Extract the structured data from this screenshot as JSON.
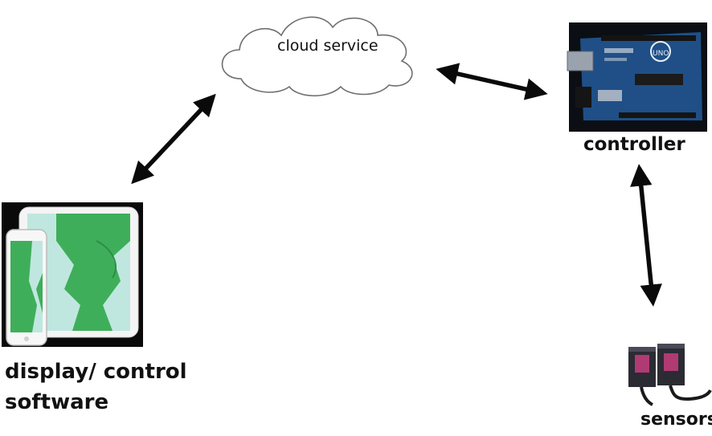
{
  "nodes": {
    "cloud": {
      "label": "cloud service"
    },
    "controller": {
      "label": "controller",
      "board_text": "UNO"
    },
    "display": {
      "label_line1": "display/ control",
      "label_line2": "software"
    },
    "sensors": {
      "label": "sensors"
    }
  },
  "colors": {
    "arrow": "#0a0a0a",
    "board_blue": "#1f4f86",
    "board_bg": "#0b0f14",
    "map_green": "#3fae5a",
    "map_sea": "#bfe7df",
    "sensor_body": "#2b2b33",
    "sensor_lens": "#b03a72"
  },
  "icons": [
    "cloud-shape",
    "arduino-board-image",
    "tablet-phone-image",
    "sensor-image"
  ]
}
